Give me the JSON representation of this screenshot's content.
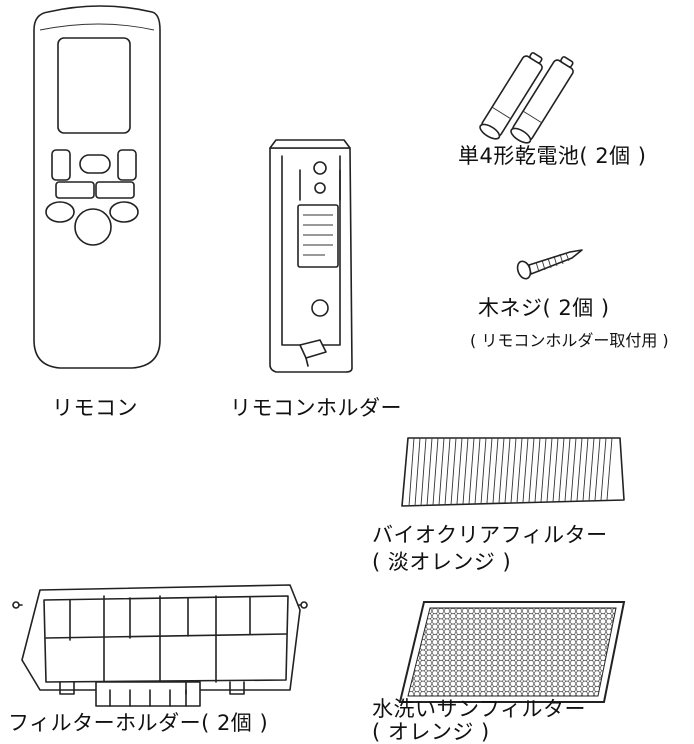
{
  "labels": {
    "remote": "リモコン",
    "remote_holder": "リモコンホルダー",
    "batteries": "単4形乾電池( 2個 )",
    "wood_screw": "木ネジ( 2個 )",
    "wood_screw_note": "( リモコンホルダー取付用 )",
    "bio_filter": "バイオクリアフィルター",
    "bio_filter_color": "( 淡オレンジ )",
    "washable_filter": "水洗いサンフィルター",
    "washable_filter_color": "( オレンジ )",
    "filter_holder": "フィルターホルダー( 2個 )"
  },
  "colors": {
    "line": "#222222",
    "background": "#ffffff"
  }
}
